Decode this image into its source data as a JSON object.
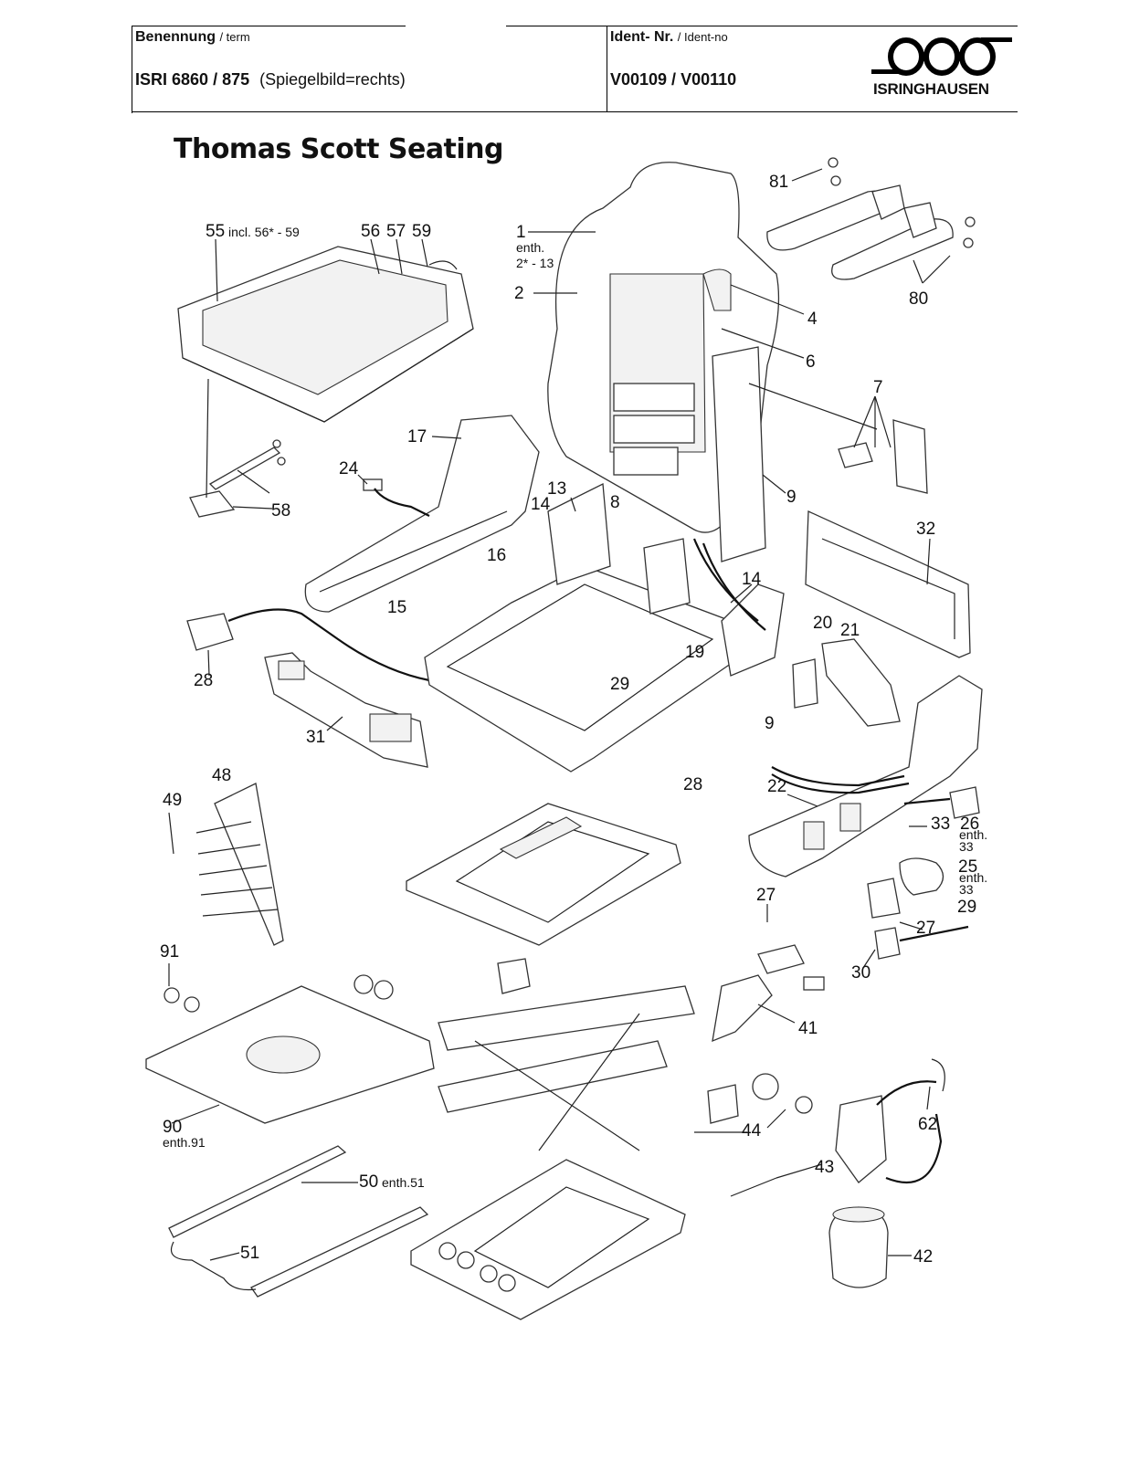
{
  "header": {
    "term_label_de": "Benennung",
    "term_label_en": "/ term",
    "model_strong": "ISRI 6860",
    "model_rest": "/ 875",
    "model_note": "(Spiegelbild=rechts)",
    "ident_label_de": "Ident- Nr.",
    "ident_label_en": "/ Ident-no",
    "ident_value": "V00109 / V00110",
    "logo_text": "ISRINGHAUSEN"
  },
  "brand_title": "Thomas Scott Seating",
  "callouts": [
    {
      "id": "c55",
      "text": "55",
      "sub": "incl. 56* - 59"
    },
    {
      "id": "c56",
      "text": "56"
    },
    {
      "id": "c57",
      "text": "57"
    },
    {
      "id": "c59",
      "text": "59"
    },
    {
      "id": "c1",
      "text": "1",
      "sub": "enth."
    },
    {
      "id": "c1b",
      "text": "",
      "sub": "2* - 13"
    },
    {
      "id": "c2",
      "text": "2"
    },
    {
      "id": "c81",
      "text": "81"
    },
    {
      "id": "c80",
      "text": "80"
    },
    {
      "id": "c4",
      "text": "4"
    },
    {
      "id": "c6",
      "text": "6"
    },
    {
      "id": "c7",
      "text": "7"
    },
    {
      "id": "c9a",
      "text": "9"
    },
    {
      "id": "c17",
      "text": "17"
    },
    {
      "id": "c24",
      "text": "24"
    },
    {
      "id": "c13",
      "text": "13"
    },
    {
      "id": "c14a",
      "text": "14"
    },
    {
      "id": "c8",
      "text": "8"
    },
    {
      "id": "c58",
      "text": "58"
    },
    {
      "id": "c16",
      "text": "16"
    },
    {
      "id": "c32",
      "text": "32"
    },
    {
      "id": "c14b",
      "text": "14"
    },
    {
      "id": "c15",
      "text": "15"
    },
    {
      "id": "c20",
      "text": "20"
    },
    {
      "id": "c21",
      "text": "21"
    },
    {
      "id": "c19",
      "text": "19"
    },
    {
      "id": "c28a",
      "text": "28"
    },
    {
      "id": "c29a",
      "text": "29"
    },
    {
      "id": "c9b",
      "text": "9"
    },
    {
      "id": "c31",
      "text": "31"
    },
    {
      "id": "c48",
      "text": "48"
    },
    {
      "id": "c49",
      "text": "49"
    },
    {
      "id": "c28b",
      "text": "28"
    },
    {
      "id": "c22",
      "text": "22"
    },
    {
      "id": "c33",
      "text": "33"
    },
    {
      "id": "c26",
      "text": "26",
      "sub": "enth."
    },
    {
      "id": "c26b",
      "text": "",
      "sub": "33"
    },
    {
      "id": "c25",
      "text": "25",
      "sub": "enth."
    },
    {
      "id": "c25b",
      "text": "",
      "sub": "33"
    },
    {
      "id": "c27a",
      "text": "27"
    },
    {
      "id": "c29b",
      "text": "29"
    },
    {
      "id": "c27b",
      "text": "27"
    },
    {
      "id": "c91",
      "text": "91"
    },
    {
      "id": "c30",
      "text": "30"
    },
    {
      "id": "c41",
      "text": "41"
    },
    {
      "id": "c62",
      "text": "62"
    },
    {
      "id": "c90",
      "text": "90",
      "sub": "enth.91"
    },
    {
      "id": "c44",
      "text": "44"
    },
    {
      "id": "c43",
      "text": "43"
    },
    {
      "id": "c50",
      "text": "50",
      "sub": "enth.51"
    },
    {
      "id": "c51",
      "text": "51"
    },
    {
      "id": "c42",
      "text": "42"
    }
  ]
}
